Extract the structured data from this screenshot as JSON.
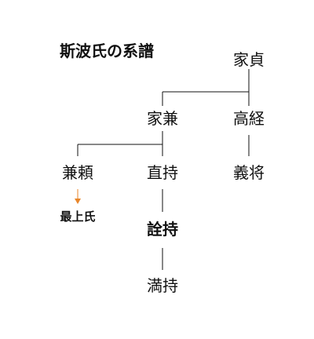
{
  "title": "斯波氏の系譜",
  "colors": {
    "line": "#111111",
    "arrow": "#e8862a"
  },
  "nodes": {
    "iesada": "家貞",
    "kaneyasu": "家兼",
    "takatsune": "高経",
    "kaneyori": "兼頼",
    "naomochi": "直持",
    "yoshimasa": "義将",
    "akimochi": "詮持",
    "mitsumochi": "満持"
  },
  "branch_label": "最上氏"
}
